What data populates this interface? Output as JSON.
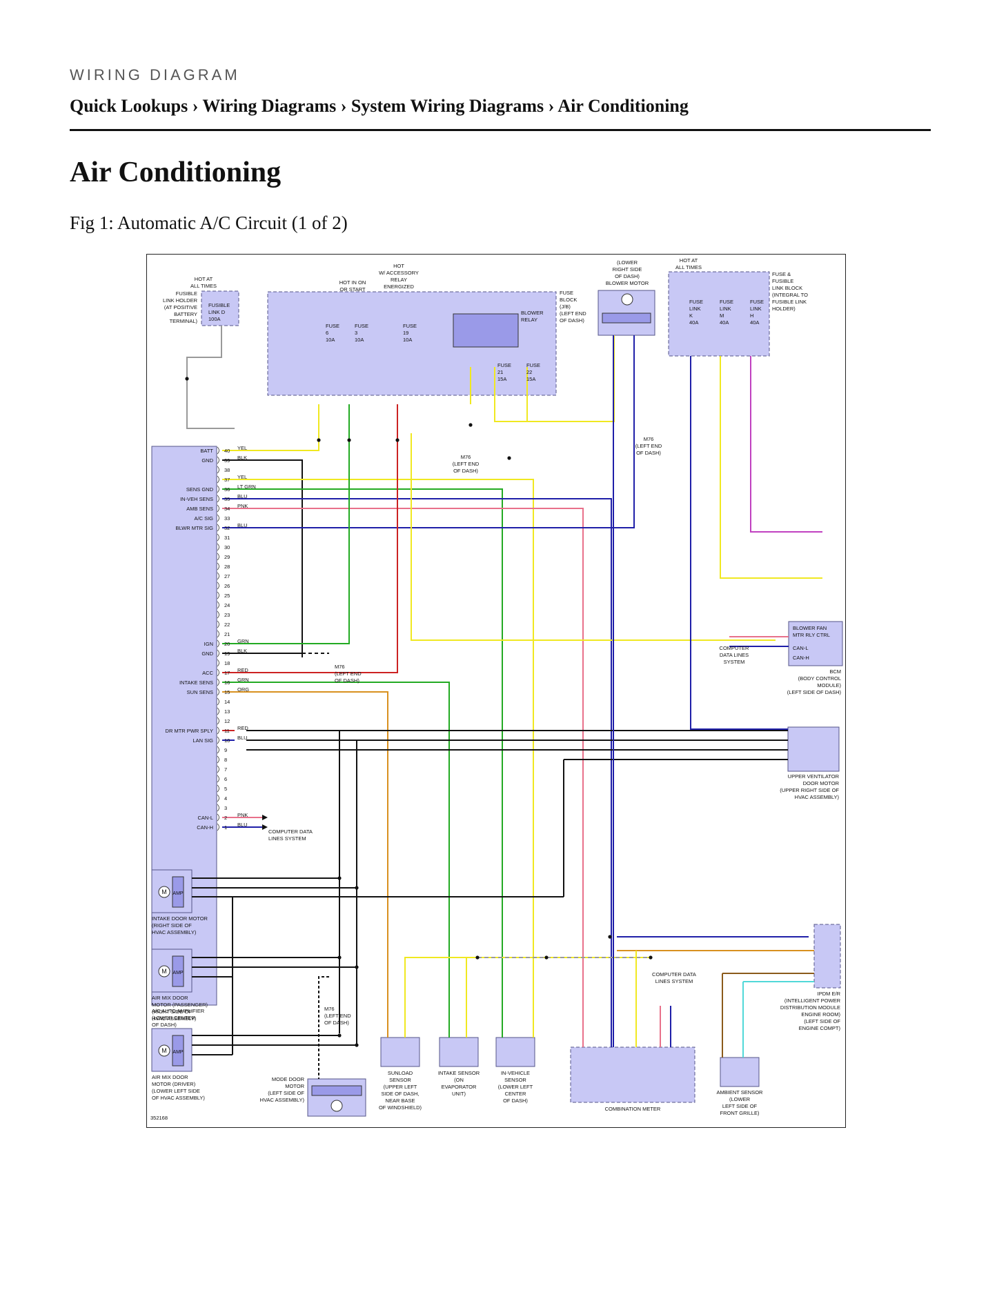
{
  "header": {
    "kicker": "WIRING DIAGRAM",
    "breadcrumb": "Quick Lookups › Wiring Diagrams › System Wiring Diagrams › Air Conditioning",
    "title": "Air Conditioning",
    "figure_caption": "Fig 1: Automatic A/C Circuit (1 of 2)"
  },
  "colors": {
    "component_fill": "#c8c8f5",
    "component_stroke": "#555588",
    "wire_yellow": "#f0e820",
    "wire_green": "#22aa22",
    "wire_red": "#cc2222",
    "wire_blue": "#1e1ea8",
    "wire_pink": "#e8708a",
    "wire_orange": "#d8901e",
    "wire_purple": "#c040c0",
    "wire_gray": "#999999",
    "wire_black": "#111111",
    "wire_cyan": "#50d8d8",
    "wire_brown": "#8b5a1a"
  },
  "diagram": {
    "code": "352168",
    "amp": {
      "name": [
        "A/C AUTO AMPLIFIER",
        "(LOWER CENTER",
        "OF DASH)"
      ],
      "pins": [
        "40",
        "39",
        "38",
        "37",
        "36",
        "35",
        "34",
        "33",
        "32",
        "31",
        "30",
        "29",
        "28",
        "27",
        "26",
        "25",
        "24",
        "23",
        "22",
        "21",
        "20",
        "19",
        "18",
        "17",
        "16",
        "15",
        "14",
        "13",
        "12",
        "11",
        "10",
        "9",
        "8",
        "7",
        "6",
        "5",
        "4",
        "3",
        "2",
        "1"
      ],
      "signals": [
        {
          "label": "BATT",
          "pin": "40",
          "wire": "YEL"
        },
        {
          "label": "GND",
          "pin": "39",
          "wire": "BLK"
        },
        {
          "label": "",
          "pin": "37",
          "wire": "YEL"
        },
        {
          "label": "SENS GND",
          "pin": "36",
          "wire": "LT GRN"
        },
        {
          "label": "IN-VEH SENS",
          "pin": "35",
          "wire": "BLU"
        },
        {
          "label": "AMB SENS",
          "pin": "34",
          "wire": "PNK"
        },
        {
          "label": "A/C SIG",
          "pin": "33",
          "wire": ""
        },
        {
          "label": "BLWR MTR SIG",
          "pin": "32",
          "wire": "BLU"
        },
        {
          "label": "IGN",
          "pin": "20",
          "wire": "GRN"
        },
        {
          "label": "GND",
          "pin": "19",
          "wire": "BLK"
        },
        {
          "label": "ACC",
          "pin": "17",
          "wire": "RED"
        },
        {
          "label": "INTAKE SENS",
          "pin": "16",
          "wire": "GRN"
        },
        {
          "label": "SUN SENS",
          "pin": "15",
          "wire": "ORG"
        },
        {
          "label": "DR MTR PWR SPLY",
          "pin": "11",
          "wire": "RED"
        },
        {
          "label": "LAN SIG",
          "pin": "10",
          "wire": "BLU"
        },
        {
          "label": "CAN-L",
          "pin": "2",
          "wire": "PNK"
        },
        {
          "label": "CAN-H",
          "pin": "1",
          "wire": "BLU"
        }
      ]
    },
    "texts": {
      "hot_at_all_times": [
        "HOT AT",
        "ALL TIMES"
      ],
      "hot_in_on": [
        "HOT IN ON",
        "OR START"
      ],
      "hot_accessory": [
        "HOT",
        "W/ ACCESSORY",
        "RELAY",
        "ENERGIZED"
      ],
      "fusible_link_holder": [
        "FUSIBLE",
        "LINK HOLDER",
        "(AT POSITIVE",
        "BATTERY",
        "TERMINAL)"
      ],
      "fusible_link_d": [
        "FUSIBLE",
        "LINK D",
        "100A"
      ],
      "fuse_6": [
        "FUSE",
        "6",
        "10A"
      ],
      "fuse_3": [
        "FUSE",
        "3",
        "10A"
      ],
      "fuse_19": [
        "FUSE",
        "19",
        "10A"
      ],
      "fuse_21": [
        "FUSE",
        "21",
        "15A"
      ],
      "fuse_22": [
        "FUSE",
        "22",
        "15A"
      ],
      "blower_relay": [
        "BLOWER",
        "RELAY"
      ],
      "fuse_block": [
        "FUSE",
        "BLOCK",
        "(J/B)",
        "(LEFT END",
        "OF DASH)"
      ],
      "blower_motor": [
        "(LOWER",
        "RIGHT SIDE",
        "OF DASH)",
        "BLOWER MOTOR"
      ],
      "hot_all_times_2": [
        "HOT AT",
        "ALL TIMES"
      ],
      "fuse_fusible_block": [
        "FUSE &",
        "FUSIBLE",
        "LINK BLOCK",
        "(INTEGRAL TO",
        "FUSIBLE LINK",
        "HOLDER)"
      ],
      "fusible_k": [
        "FUSE",
        "LINK",
        "K",
        "40A"
      ],
      "fusible_m": [
        "FUSE",
        "LINK",
        "M",
        "40A"
      ],
      "fusible_h": [
        "FUSE",
        "LINK",
        "H",
        "40A"
      ],
      "m76_left_end": [
        "M76",
        "(LEFT END",
        "OF DASH)"
      ],
      "computer_data_lines": [
        "COMPUTER DATA",
        "LINES SYSTEM"
      ],
      "bcm_fan": [
        "BLOWER FAN",
        "MTR RLY CTRL"
      ],
      "bcm_canl": "CAN-L",
      "bcm_canh": "CAN-H",
      "bcm_name": [
        "BCM",
        "(BODY CONTROL",
        "MODULE)",
        "(LEFT SIDE OF DASH)"
      ],
      "comp_data_bcm": [
        "COMPUTER",
        "DATA LINES",
        "SYSTEM"
      ],
      "upper_vent": [
        "UPPER VENTILATOR",
        "DOOR MOTOR",
        "(UPPER RIGHT SIDE OF",
        "HVAC ASSEMBLY)"
      ],
      "intake_door": [
        "INTAKE DOOR MOTOR",
        "(RIGHT SIDE OF",
        "HVAC ASSEMBLY)"
      ],
      "air_mix_pass": [
        "AIR MIX DOOR",
        "MOTOR (PASSENGER)",
        "(RIGHT SIDE OF",
        "HVAC ASSEMBLY)"
      ],
      "air_mix_drv": [
        "AIR MIX DOOR",
        "MOTOR (DRIVER)",
        "(LOWER LEFT SIDE",
        "OF HVAC ASSEMBLY)"
      ],
      "mode_door": [
        "MODE DOOR",
        "MOTOR",
        "(LEFT SIDE OF",
        "HVAC ASSEMBLY)"
      ],
      "sunload": [
        "SUNLOAD",
        "SENSOR",
        "(UPPER LEFT",
        "SIDE OF DASH,",
        "NEAR BASE",
        "OF WINDSHIELD)"
      ],
      "intake_sensor": [
        "INTAKE SENSOR",
        "(ON",
        "EVAPORATOR",
        "UNIT)"
      ],
      "in_vehicle": [
        "IN-VEHICLE",
        "SENSOR",
        "(LOWER LEFT",
        "CENTER",
        "OF DASH)"
      ],
      "combo_meter": "COMBINATION METER",
      "ambient": [
        "AMBIENT SENSOR",
        "(LOWER",
        "LEFT SIDE OF",
        "FRONT GRILLE)"
      ],
      "ipdm": [
        "IPDM E/R",
        "(INTELLIGENT POWER",
        "DISTRIBUTION MODULE",
        "ENGINE ROOM)",
        "(LEFT SIDE OF",
        "ENGINE COMPT)"
      ],
      "amp_label": "AMP",
      "motor_label": "M"
    }
  }
}
